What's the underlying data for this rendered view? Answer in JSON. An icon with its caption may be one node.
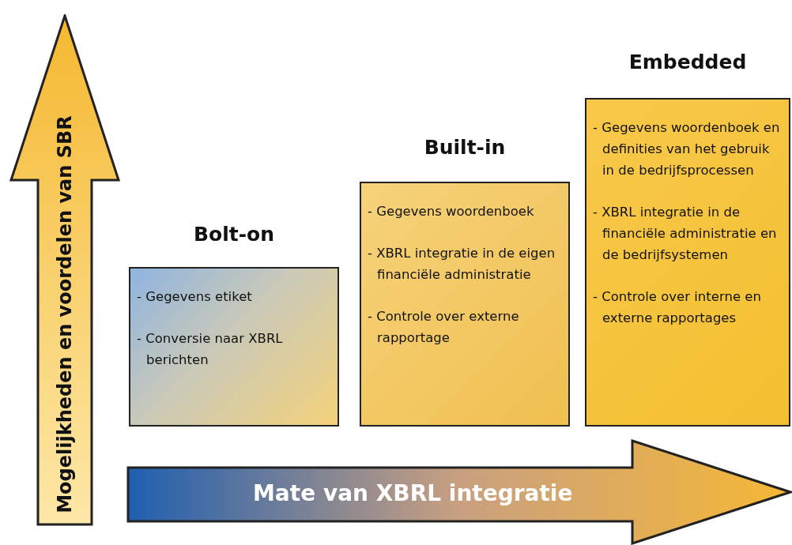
{
  "diagram": {
    "nodes": [
      {
        "text": [
          "Mogelijkheden  en voordelen van SBR"
        ]
      },
      {
        "text": [
          "Bolt-on",
          "- Gegevens etiket",
          "- Conversie naar XBRL berichten"
        ]
      },
      {
        "text": [
          "Built-in",
          "- Gegevens woordenboek",
          "- XBRL integratie in de eigen financiële administratie",
          "- Controle over externe rapportage"
        ]
      },
      {
        "text": [
          "Embedded",
          "- Gegevens woordenboek en definities van het gebruik in de bedrijfsprocessen",
          "- XBRL integratie in de financiële administratie en de bedrijfsystemen",
          "- Controle over interne en externe rapportages"
        ]
      },
      {
        "text": [
          "Mate van XBRL integratie"
        ]
      }
    ]
  }
}
